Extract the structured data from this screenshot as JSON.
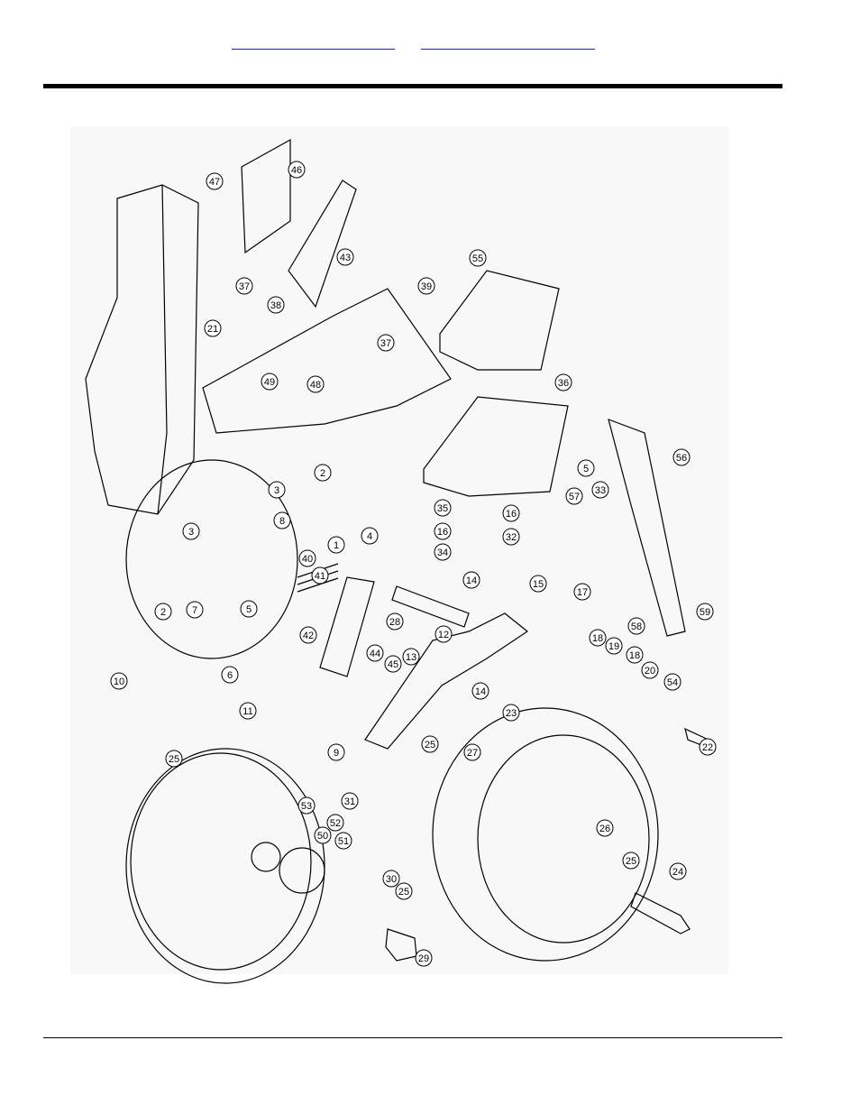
{
  "nav": {
    "links": [
      {
        "label": "",
        "color": "#1a1adb"
      },
      {
        "label": "",
        "color": "#1a1adb"
      }
    ]
  },
  "callouts": [
    "1",
    "2",
    "2",
    "3",
    "3",
    "4",
    "5",
    "5",
    "6",
    "7",
    "8",
    "9",
    "10",
    "11",
    "12",
    "13",
    "14",
    "14",
    "15",
    "16",
    "16",
    "17",
    "18",
    "18",
    "19",
    "20",
    "21",
    "22",
    "23",
    "24",
    "25",
    "25",
    "25",
    "25",
    "26",
    "27",
    "28",
    "29",
    "30",
    "31",
    "32",
    "33",
    "34",
    "35",
    "36",
    "37",
    "37",
    "38",
    "39",
    "40",
    "41",
    "42",
    "43",
    "44",
    "45",
    "46",
    "47",
    "48",
    "49",
    "50",
    "51",
    "52",
    "53",
    "54",
    "55",
    "56",
    "57",
    "58",
    "59"
  ]
}
